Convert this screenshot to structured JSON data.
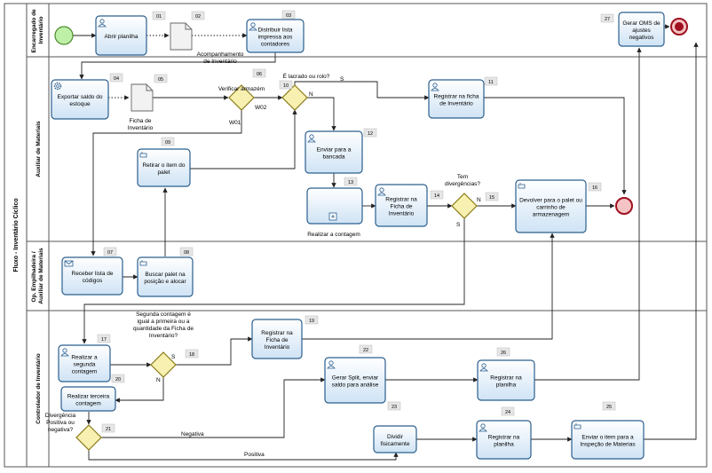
{
  "pool": {
    "title": "Fluxo - Inventário Cíclico"
  },
  "lanes": [
    {
      "id": "L1",
      "title": [
        "Encarregado de",
        "Inventário"
      ]
    },
    {
      "id": "L2",
      "title": [
        "Auxiliar de Materiais"
      ]
    },
    {
      "id": "L3",
      "title": [
        "Op. Empilhadeira /",
        "Auxiliar de Materiais"
      ]
    },
    {
      "id": "L4",
      "title": [
        "Controlador de Inventário"
      ]
    }
  ],
  "tasks": [
    {
      "id": "t_abrir",
      "num": "01",
      "lines": [
        "Abrir planilha"
      ]
    },
    {
      "id": "t_distribuir",
      "num": "03",
      "lines": [
        "Distribuir lista",
        "impressa aos",
        "contadores"
      ]
    },
    {
      "id": "t_gerar_oms",
      "num": "27",
      "lines": [
        "Gerar OMS de",
        "ajustes",
        "negativos"
      ]
    },
    {
      "id": "t_exportar",
      "num": "04",
      "lines": [
        "Exportar saldo do",
        "estoque"
      ]
    },
    {
      "id": "t_registrar_ficha1",
      "num": "11",
      "lines": [
        "Registrar na ficha",
        "de Inventário"
      ]
    },
    {
      "id": "t_enviar_bancada",
      "num": "12",
      "lines": [
        "Enviar para a",
        "bancada"
      ]
    },
    {
      "id": "t_retirar_item",
      "num": "09",
      "lines": [
        "Retirar o item do",
        "palet"
      ]
    },
    {
      "id": "t_realizar_contagem",
      "num": "13",
      "lines": []
    },
    {
      "id": "t_registrar_ficha2",
      "num": "14",
      "lines": [
        "Registrar na",
        "Ficha de",
        "Inventário"
      ]
    },
    {
      "id": "t_devolver",
      "num": "16",
      "lines": [
        "Devolver para o palet ou",
        "carrinho de",
        "armazenagem"
      ]
    },
    {
      "id": "t_receber_lista",
      "num": "07",
      "lines": [
        "Receber lista de",
        "códigos"
      ]
    },
    {
      "id": "t_buscar_palet",
      "num": "08",
      "lines": [
        "Buscar palet na",
        "posição e alocar"
      ]
    },
    {
      "id": "t_realizar_segunda",
      "num": "17",
      "lines": [
        "Realizar a",
        "segunda",
        "contagem"
      ]
    },
    {
      "id": "t_registrar_ficha3",
      "num": "19",
      "lines": [
        "Registrar na",
        "Ficha de",
        "Inventário"
      ]
    },
    {
      "id": "t_realizar_terceira",
      "num": "20",
      "lines": [
        "Realizar  terceira",
        "contagem"
      ]
    },
    {
      "id": "t_gerar_split",
      "num": "22",
      "lines": [
        "Gerar Split, enviar",
        "saldo para análise"
      ]
    },
    {
      "id": "t_registrar_planilha1",
      "num": "26",
      "lines": [
        "Registrar na",
        "planilha"
      ]
    },
    {
      "id": "t_dividir",
      "num": "23",
      "lines": [
        "Dividir",
        "fisicamente"
      ]
    },
    {
      "id": "t_registrar_planilha2",
      "num": "24",
      "lines": [
        "Registrar na",
        "planilha"
      ]
    },
    {
      "id": "t_enviar_inspecao",
      "num": "25",
      "lines": [
        "Enviar o item para a",
        "Inspeção de Materias"
      ]
    }
  ],
  "documents": [
    {
      "id": "d_acompanhamento",
      "num": "02",
      "lines": [
        "Acompanhamento",
        "de Inventário"
      ]
    },
    {
      "id": "d_ficha",
      "num": "05",
      "lines": [
        "Ficha de",
        "Inventário"
      ]
    }
  ],
  "gateways": [
    {
      "id": "g_verificar",
      "num": "06",
      "lines": [
        "Verificar armazém"
      ]
    },
    {
      "id": "g_lacrado",
      "num": "10",
      "lines": [
        "É lacrado ou rolo?"
      ]
    },
    {
      "id": "g_divergencias",
      "num": "15",
      "lines": [
        "Tem",
        "divergências?"
      ]
    },
    {
      "id": "g_segunda",
      "num": "18",
      "lines": [
        "Segunda contagem é",
        "igual a primeira ou a",
        "quantidade da Ficha de",
        "Inventário?"
      ]
    },
    {
      "id": "g_divergencia_pos",
      "num": "21",
      "lines": [
        "Divergência",
        "Positiva ou",
        "negativa?"
      ]
    }
  ],
  "subprocess_label": "Realizar a contagem",
  "flow_labels": {
    "w01": "W01",
    "w02": "W02",
    "s1": "S",
    "n1": "N",
    "n2": "N",
    "s2": "S",
    "s3": "S",
    "n3": "N",
    "negativa": "Negativa",
    "positiva": "Positiva"
  },
  "colors": {
    "task_fill_top": "#ffffff",
    "task_fill_bottom": "#cfe3f5",
    "task_stroke": "#2b5f8e",
    "gateway_fill": "#f7f0b0",
    "gateway_stroke": "#8a7a18",
    "start_fill": "#bff0a8",
    "start_stroke": "#4a8a2a",
    "end_fill": "#f4c4c4",
    "end_stroke": "#a01020",
    "lane_border": "#555555"
  }
}
